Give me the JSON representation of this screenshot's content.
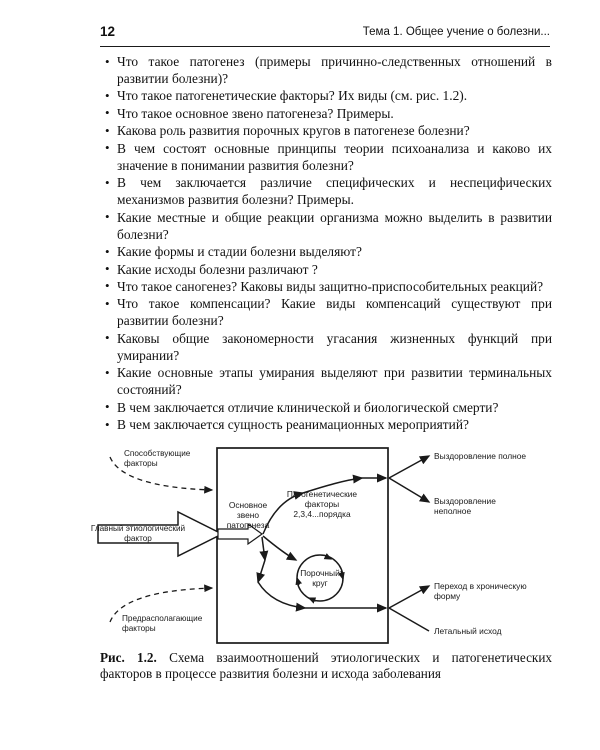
{
  "header": {
    "page_number": "12",
    "running_title": "Тема 1. Общее учение о болезни..."
  },
  "questions": [
    "Что такое патогенез (примеры причинно-следственных отношений в развитии болезни)?",
    "Что такое патогенетические факторы? Их виды (см. рис. 1.2).",
    "Что такое основное звено патогенеза? Примеры.",
    "Какова роль развития порочных кругов в патогенезе болезни?",
    "В чем состоят основные принципы теории психоанализа и каково их значение в понимании развития болезни?",
    "В чем заключается различие специфических и неспецифических механизмов развития болезни? Примеры.",
    "Какие местные и общие реакции организма можно выделить в развитии болезни?",
    "Какие формы и стадии болезни выделяют?",
    "Какие исходы болезни различают ?",
    "Что такое саногенез? Каковы виды защитно-приспособительных реакций?",
    "Что такое компенсации? Какие виды компенсаций существуют при развитии болезни?",
    "Каковы общие закономерности угасания жизненных функций при умирании?",
    "Какие основные этапы умирания выделяют при развитии терминальных состояний?",
    "В чем заключается отличие клинической и биологической смерти?",
    "В чем заключается сущность реанимационных мероприятий?"
  ],
  "bullet_glyph": "•",
  "figure": {
    "labels": {
      "contributing_factors": [
        "Способствующие",
        "факторы"
      ],
      "predisposing_factors": [
        "Предрасполагающие",
        "факторы"
      ],
      "main_etiological_factor": [
        "Главный этиологический",
        "фактор"
      ],
      "main_link": [
        "Основное",
        "звено",
        "патогенеза"
      ],
      "pathogenetic_factors": [
        "Патогенетические",
        "факторы",
        "2,3,4...порядка"
      ],
      "vicious_circle": [
        "Порочный",
        "круг"
      ],
      "outcome_full_recovery": [
        "Выздоровление полное"
      ],
      "outcome_incomplete_recovery": [
        "Выздоровление",
        "неполное"
      ],
      "outcome_chronic": [
        "Переход в хроническую",
        "форму"
      ],
      "outcome_lethal": [
        "Летальный исход"
      ]
    },
    "colors": {
      "stroke": "#1a1a1a",
      "background": "#ffffff"
    }
  },
  "caption": {
    "label": "Рис. 1.2.",
    "text": " Схема взаимоотношений этиологических и патогенетических факторов в процессе развития болезни и исхода заболевания"
  }
}
